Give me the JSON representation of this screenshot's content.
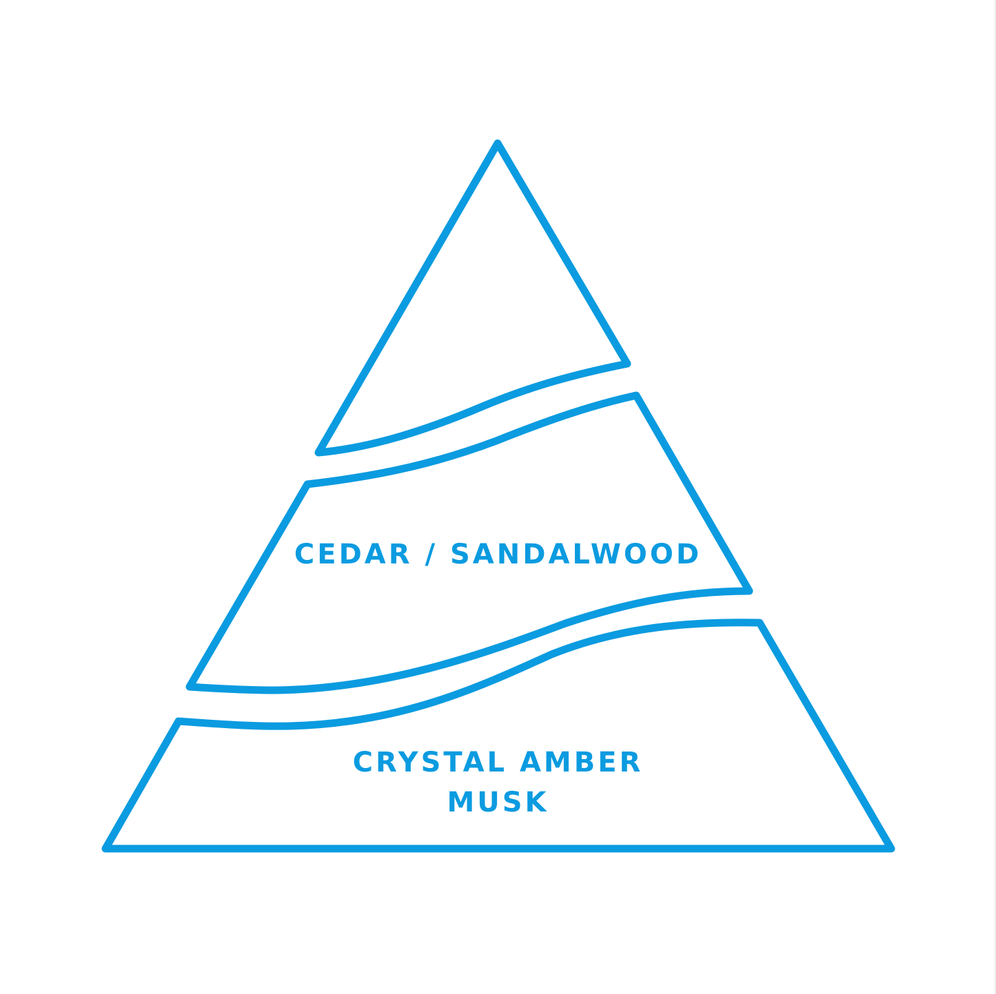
{
  "diagram": {
    "type": "fragrance-pyramid",
    "stroke_color": "#0b9be0",
    "tiers": [
      {
        "name": "top",
        "label": ""
      },
      {
        "name": "middle",
        "label": "CEDAR / SANDALWOOD"
      },
      {
        "name": "base",
        "label": "CRYSTAL AMBER\nMUSK"
      }
    ]
  }
}
